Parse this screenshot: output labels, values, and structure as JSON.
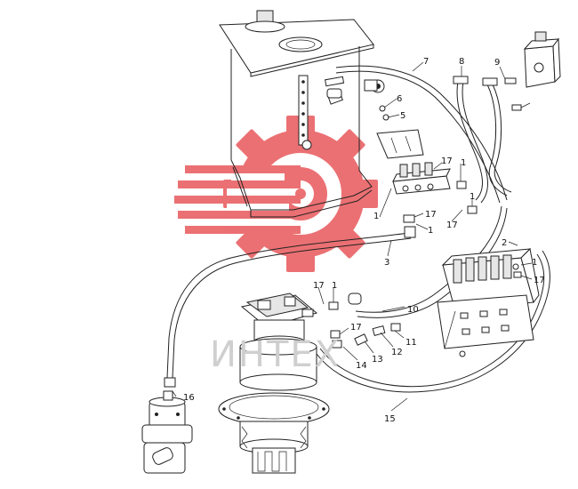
{
  "colors": {
    "line": "#222222",
    "watermark_red": "#e8585b",
    "watermark_gray": "#cfcfcf",
    "background": "#ffffff"
  },
  "watermark": {
    "text": "ИНТЕХ",
    "logo": "gear-with-stripes-logo"
  },
  "callouts": [
    {
      "id": "c7",
      "text": "7"
    },
    {
      "id": "c8",
      "text": "8"
    },
    {
      "id": "c9",
      "text": "9"
    },
    {
      "id": "c6",
      "text": "6"
    },
    {
      "id": "c5",
      "text": "5"
    },
    {
      "id": "c17a",
      "text": "17"
    },
    {
      "id": "c1a",
      "text": "1"
    },
    {
      "id": "c1b",
      "text": "1"
    },
    {
      "id": "c17b",
      "text": "17"
    },
    {
      "id": "c1c",
      "text": "1"
    },
    {
      "id": "c17c",
      "text": "17"
    },
    {
      "id": "c2",
      "text": "2"
    },
    {
      "id": "c1d",
      "text": "1"
    },
    {
      "id": "c3",
      "text": "3"
    },
    {
      "id": "c17d",
      "text": "17"
    },
    {
      "id": "c17e",
      "text": "17"
    },
    {
      "id": "c1e",
      "text": "1"
    },
    {
      "id": "c10",
      "text": "10"
    },
    {
      "id": "c17f",
      "text": "17"
    },
    {
      "id": "c11",
      "text": "11"
    },
    {
      "id": "c12",
      "text": "12"
    },
    {
      "id": "c13",
      "text": "13"
    },
    {
      "id": "c14",
      "text": "14"
    },
    {
      "id": "c16",
      "text": "16"
    },
    {
      "id": "c15",
      "text": "15"
    },
    {
      "id": "c1f",
      "text": "1"
    }
  ]
}
